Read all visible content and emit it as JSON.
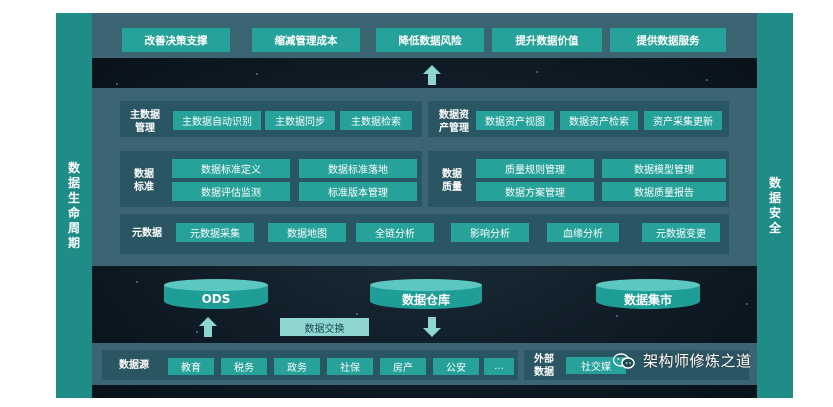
{
  "lifecycle_label": "数据生命周期",
  "security_label": "数据安全",
  "goals": [
    "改善决策支撑",
    "缩减管理成本",
    "降低数据风险",
    "提升数据价值",
    "提供数据服务"
  ],
  "master_data": {
    "label": "主数据\n管理",
    "items": [
      "主数据自动识别",
      "主数据同步",
      "主数据检索"
    ]
  },
  "asset_mgmt": {
    "label": "数据资\n产管理",
    "items": [
      "数据资产视图",
      "数据资产检索",
      "资产采集更新"
    ]
  },
  "data_standard": {
    "label": "数据\n标准",
    "items": [
      "数据标准定义",
      "数据标准落地",
      "数据评估监测",
      "标准版本管理"
    ]
  },
  "data_quality": {
    "label": "数据\n质量",
    "items": [
      "质量规则管理",
      "数据模型管理",
      "数据方案管理",
      "数据质量报告"
    ]
  },
  "metadata": {
    "label": "元数据",
    "items": [
      "元数据采集",
      "数据地图",
      "全链分析",
      "影响分析",
      "血缘分析",
      "元数据变更"
    ]
  },
  "stores": [
    "ODS",
    "数据仓库",
    "数据集市"
  ],
  "exchange_label": "数据交换",
  "sources": {
    "label": "数据源",
    "items": [
      "教育",
      "税务",
      "政务",
      "社保",
      "房产",
      "公安",
      "..."
    ]
  },
  "external": {
    "label": "外部\n数据",
    "items": [
      "社交媒"
    ]
  },
  "watermark": "架构师修炼之道"
}
